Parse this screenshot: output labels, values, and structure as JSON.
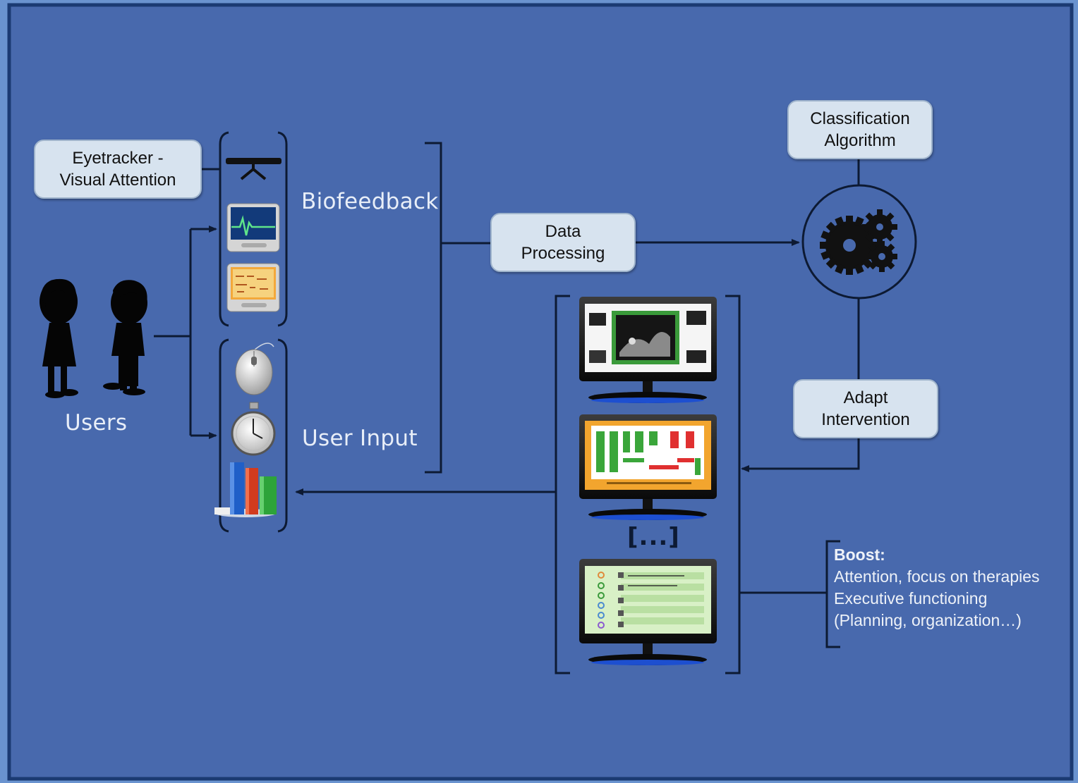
{
  "boxes": {
    "eyetracker": {
      "line1": "Eyetracker -",
      "line2": "Visual Attention"
    },
    "data_processing": {
      "line1": "Data",
      "line2": "Processing"
    },
    "classification": {
      "line1": "Classification",
      "line2": "Algorithm"
    },
    "adapt": {
      "line1": "Adapt",
      "line2": "Intervention"
    }
  },
  "labels": {
    "biofeedback": "Biofeedback",
    "user_input": "User Input",
    "users": "Users",
    "ellipsis": "[...]"
  },
  "boost": {
    "title": "Boost:",
    "items": [
      "Attention, focus on therapies",
      "Executive functioning",
      "(Planning, organization…)"
    ]
  },
  "icons": [
    "eyetracker-icon",
    "ecg-monitor-icon",
    "eeg-monitor-icon",
    "mouse-icon",
    "stopwatch-icon",
    "bar-chart-icon",
    "gears-icon",
    "children-silhouette-icon",
    "monitor-icon"
  ],
  "colors": {
    "background": "#4869ad",
    "frame": "#1b3a72",
    "box": "#d7e3ef",
    "line": "#0d1a33"
  }
}
